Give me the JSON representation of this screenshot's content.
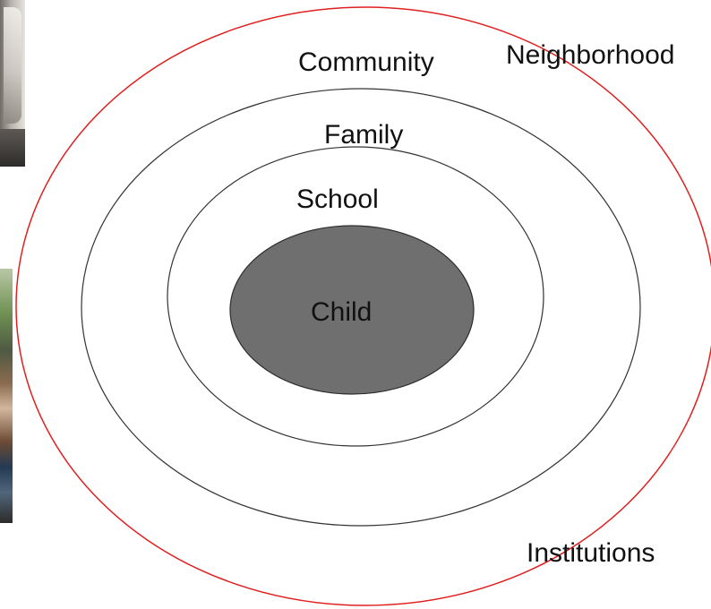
{
  "diagram": {
    "labels": {
      "neighborhood": "Neighborhood",
      "community": "Community",
      "family": "Family",
      "school": "School",
      "child": "Child",
      "institutions": "Institutions"
    },
    "colors": {
      "outer_ring": "#e02020",
      "inner_rings": "#333333",
      "child_fill": "#6f6f6f",
      "background": "#ffffff"
    }
  }
}
